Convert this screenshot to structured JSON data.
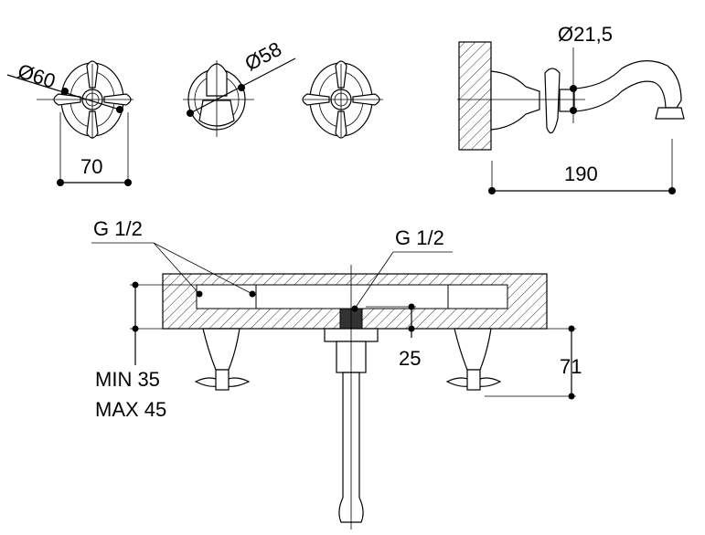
{
  "title": "Wall-mounted three-hole basin mixer technical drawing",
  "dimensions": {
    "handle_diameter": "Ø60",
    "spout_rosette_diameter": "Ø58",
    "spout_diameter": "Ø21,5",
    "handle_width": "70",
    "spout_projection": "190",
    "inlet_left": "G 1/2",
    "inlet_right": "G 1/2",
    "wall_thickness_min": "MIN 35",
    "wall_thickness_max": "MAX 45",
    "thread_depth": "25",
    "handle_offset": "71"
  }
}
